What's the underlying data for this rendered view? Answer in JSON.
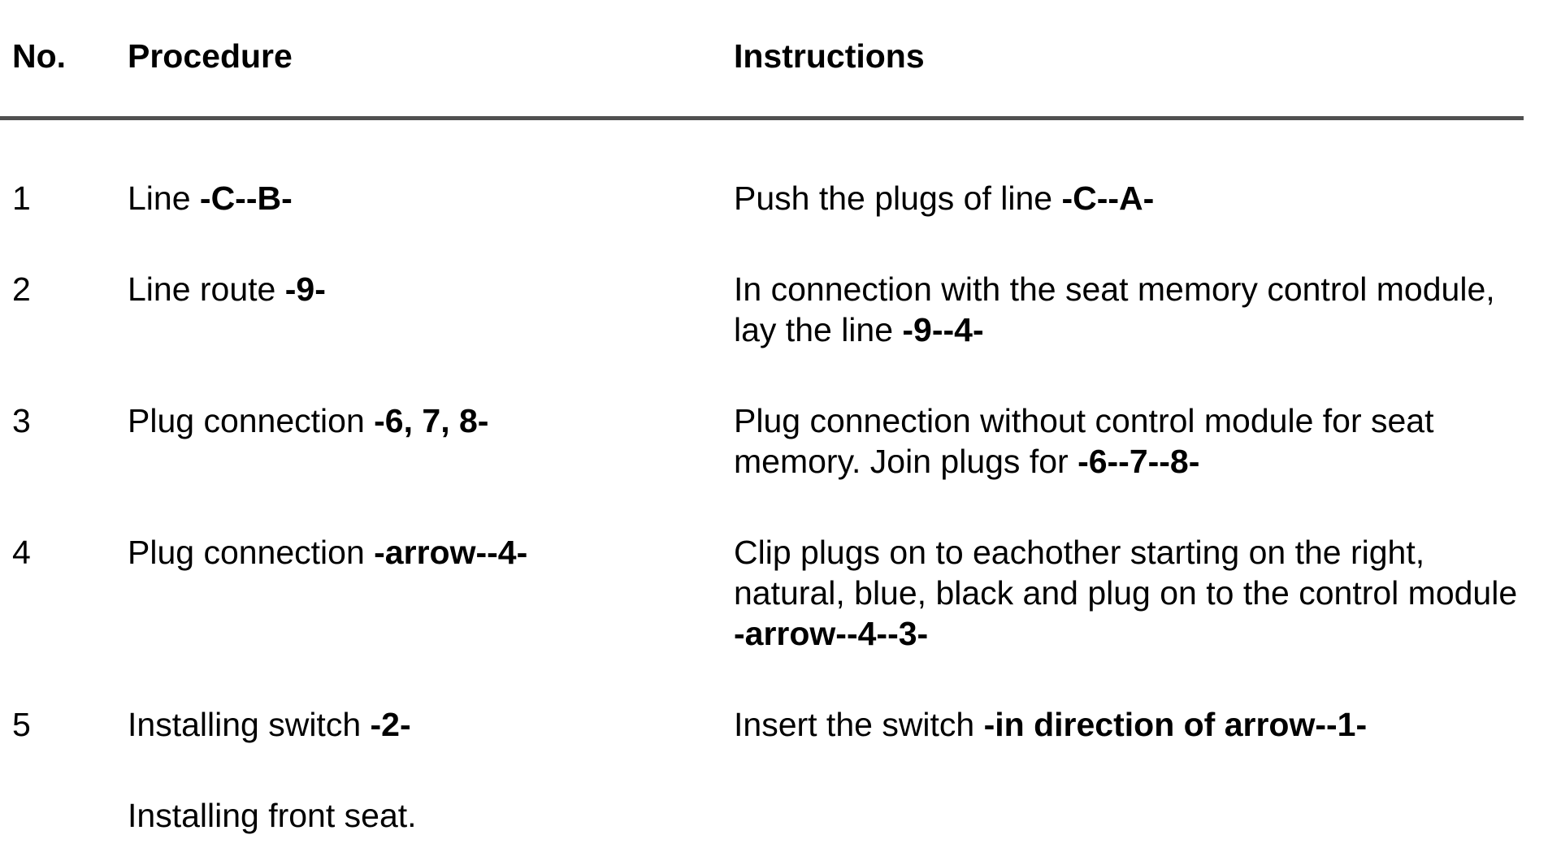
{
  "page": {
    "background_color": "#ffffff",
    "text_color": "#000000",
    "rule_color": "#505050"
  },
  "table": {
    "headers": {
      "no": "No.",
      "procedure": "Procedure",
      "instructions": "Instructions"
    },
    "rows": [
      {
        "no": "1",
        "procedure": [
          {
            "text": "Line ",
            "bold": false
          },
          {
            "text": "-C--B-",
            "bold": true
          }
        ],
        "instructions": [
          {
            "text": "Push the plugs of line ",
            "bold": false
          },
          {
            "text": "-C--A-",
            "bold": true
          }
        ]
      },
      {
        "no": "2",
        "procedure": [
          {
            "text": "Line route ",
            "bold": false
          },
          {
            "text": "-9-",
            "bold": true
          }
        ],
        "instructions": [
          {
            "text": "In connection with the seat memory control module, lay the line ",
            "bold": false
          },
          {
            "text": "-9--4-",
            "bold": true
          }
        ]
      },
      {
        "no": "3",
        "procedure": [
          {
            "text": "Plug connection ",
            "bold": false
          },
          {
            "text": "-6, 7, 8-",
            "bold": true
          }
        ],
        "instructions": [
          {
            "text": "Plug connection without control module for seat memory. Join plugs for ",
            "bold": false
          },
          {
            "text": "-6--7--8-",
            "bold": true
          }
        ]
      },
      {
        "no": "4",
        "procedure": [
          {
            "text": "Plug connection ",
            "bold": false
          },
          {
            "text": "-arrow--4-",
            "bold": true
          }
        ],
        "instructions": [
          {
            "text": "Clip plugs on to eachother starting on the right, natural, blue, black and plug on to the control module ",
            "bold": false
          },
          {
            "text": "-arrow--4--3-",
            "bold": true
          }
        ]
      },
      {
        "no": "5",
        "procedure": [
          {
            "text": "Installing switch ",
            "bold": false
          },
          {
            "text": "-2-",
            "bold": true
          }
        ],
        "instructions": [
          {
            "text": "Insert the switch ",
            "bold": false
          },
          {
            "text": "-in direction of arrow--1-",
            "bold": true
          }
        ]
      },
      {
        "no": "",
        "procedure": [
          {
            "text": "Installing front seat.",
            "bold": false
          }
        ],
        "instructions": []
      }
    ]
  }
}
